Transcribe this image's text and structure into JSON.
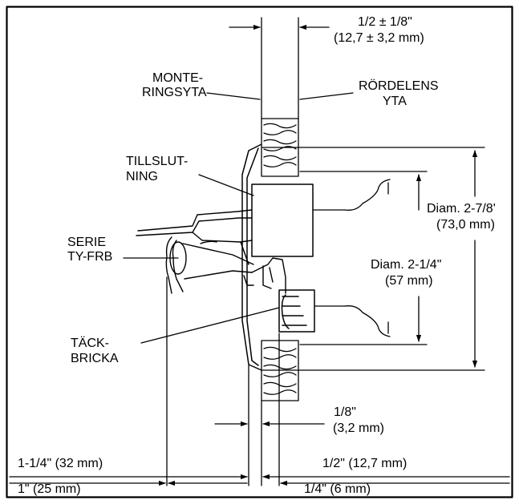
{
  "colors": {
    "ink": "#000000",
    "background": "#ffffff"
  },
  "labels": {
    "gap_top_in": "1/2 ± 1/8\"",
    "gap_top_mm": "(12,7 ± 3,2 mm)",
    "mounting_surface_1": "MONTE-",
    "mounting_surface_2": "RINGSYTA",
    "fitting_face_1": "RÖRDELENS",
    "fitting_face_2": "YTA",
    "closure_1": "TILLSLUT-",
    "closure_2": "NING",
    "series_1": "SERIE",
    "series_2": "TY-FRB",
    "cover_plate_1": "TÄCK-",
    "cover_plate_2": "BRICKA",
    "diam_outer_1": "Diam. 2-7/8'",
    "diam_outer_2": "(73,0 mm)",
    "diam_inner_1": "Diam. 2-1/4\"",
    "diam_inner_2": "(57 mm)",
    "gap_small_in": "1/8\"",
    "gap_small_mm": "(3,2 mm)",
    "dim_32": "1-1/4\" (32 mm)",
    "dim_25": "1\" (25 mm)",
    "dim_12_7": "1/2\" (12,7 mm)",
    "dim_6": "1/4\" (6 mm)"
  }
}
